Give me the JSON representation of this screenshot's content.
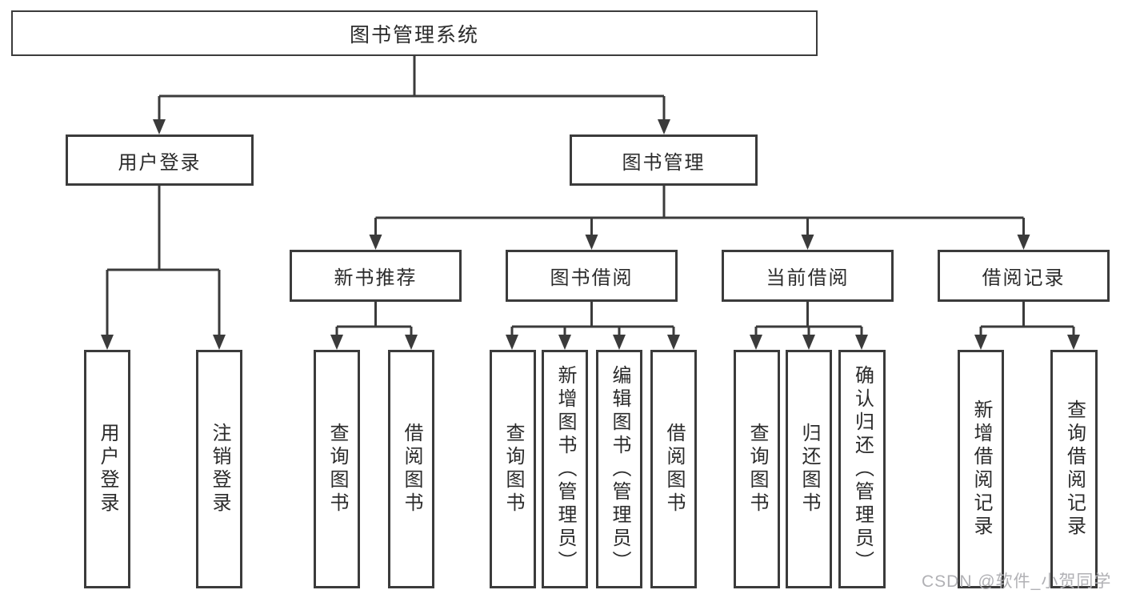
{
  "diagram": {
    "root": {
      "label": "图书管理系统"
    },
    "level2": [
      {
        "id": "user-login",
        "label": "用户登录"
      },
      {
        "id": "book-management",
        "label": "图书管理"
      }
    ],
    "level3": [
      {
        "id": "new-book-recommend",
        "label": "新书推荐"
      },
      {
        "id": "book-borrow",
        "label": "图书借阅"
      },
      {
        "id": "current-borrow",
        "label": "当前借阅"
      },
      {
        "id": "borrow-records",
        "label": "借阅记录"
      }
    ],
    "leaves": [
      {
        "parent": "user-login",
        "label": "用户登录"
      },
      {
        "parent": "user-login",
        "label": "注销登录"
      },
      {
        "parent": "new-book-recommend",
        "label": "查询图书"
      },
      {
        "parent": "new-book-recommend",
        "label": "借阅图书"
      },
      {
        "parent": "book-borrow",
        "label": "查询图书"
      },
      {
        "parent": "book-borrow",
        "label": "新增图书（管理员）"
      },
      {
        "parent": "book-borrow",
        "label": "编辑图书（管理员）"
      },
      {
        "parent": "book-borrow",
        "label": "借阅图书"
      },
      {
        "parent": "current-borrow",
        "label": "查询图书"
      },
      {
        "parent": "current-borrow",
        "label": "归还图书"
      },
      {
        "parent": "current-borrow",
        "label": "确认归还（管理员）"
      },
      {
        "parent": "borrow-records",
        "label": "新增借阅记录"
      },
      {
        "parent": "borrow-records",
        "label": "查询借阅记录"
      }
    ],
    "watermark": "CSDN @软件_小贺同学",
    "colors": {
      "line": "#3b3b3b",
      "text": "#2b2b2b",
      "watermark": "#b1b1b5",
      "background": "#ffffff"
    }
  }
}
